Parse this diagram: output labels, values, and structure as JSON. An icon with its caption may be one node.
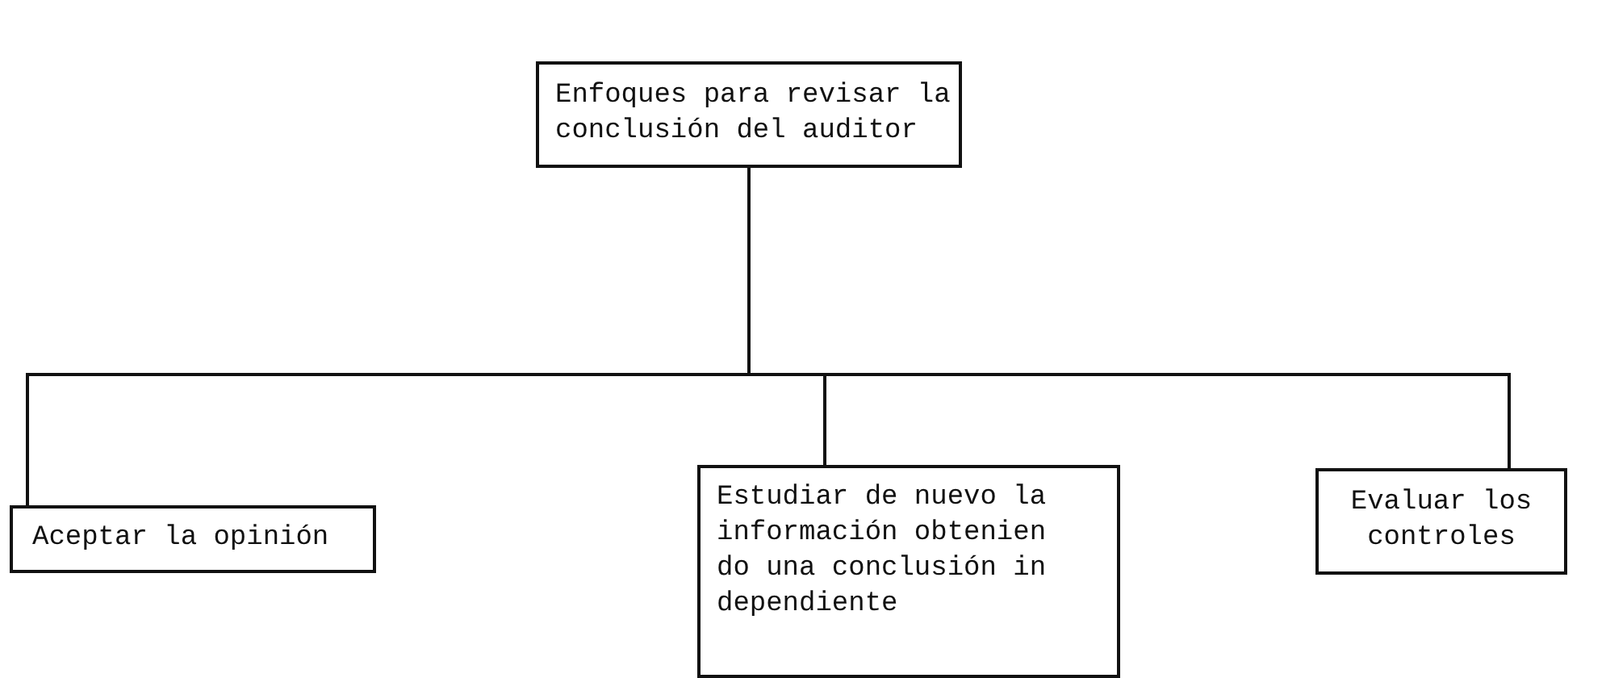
{
  "diagram": {
    "nodes": [
      {
        "text": [
          "Enfoques para revisar la conclusión del auditor"
        ]
      },
      {
        "text": [
          "Aceptar la opinión"
        ]
      },
      {
        "text": [
          "Estudiar de nuevo la información obtenien do una conclusión in dependiente"
        ]
      },
      {
        "text": [
          "Evaluar los controles"
        ]
      }
    ],
    "edges": [
      {
        "from": 0,
        "to": 1,
        "arrow": "none"
      },
      {
        "from": 0,
        "to": 2,
        "arrow": "none"
      },
      {
        "from": 0,
        "to": 3,
        "arrow": "none"
      }
    ]
  }
}
